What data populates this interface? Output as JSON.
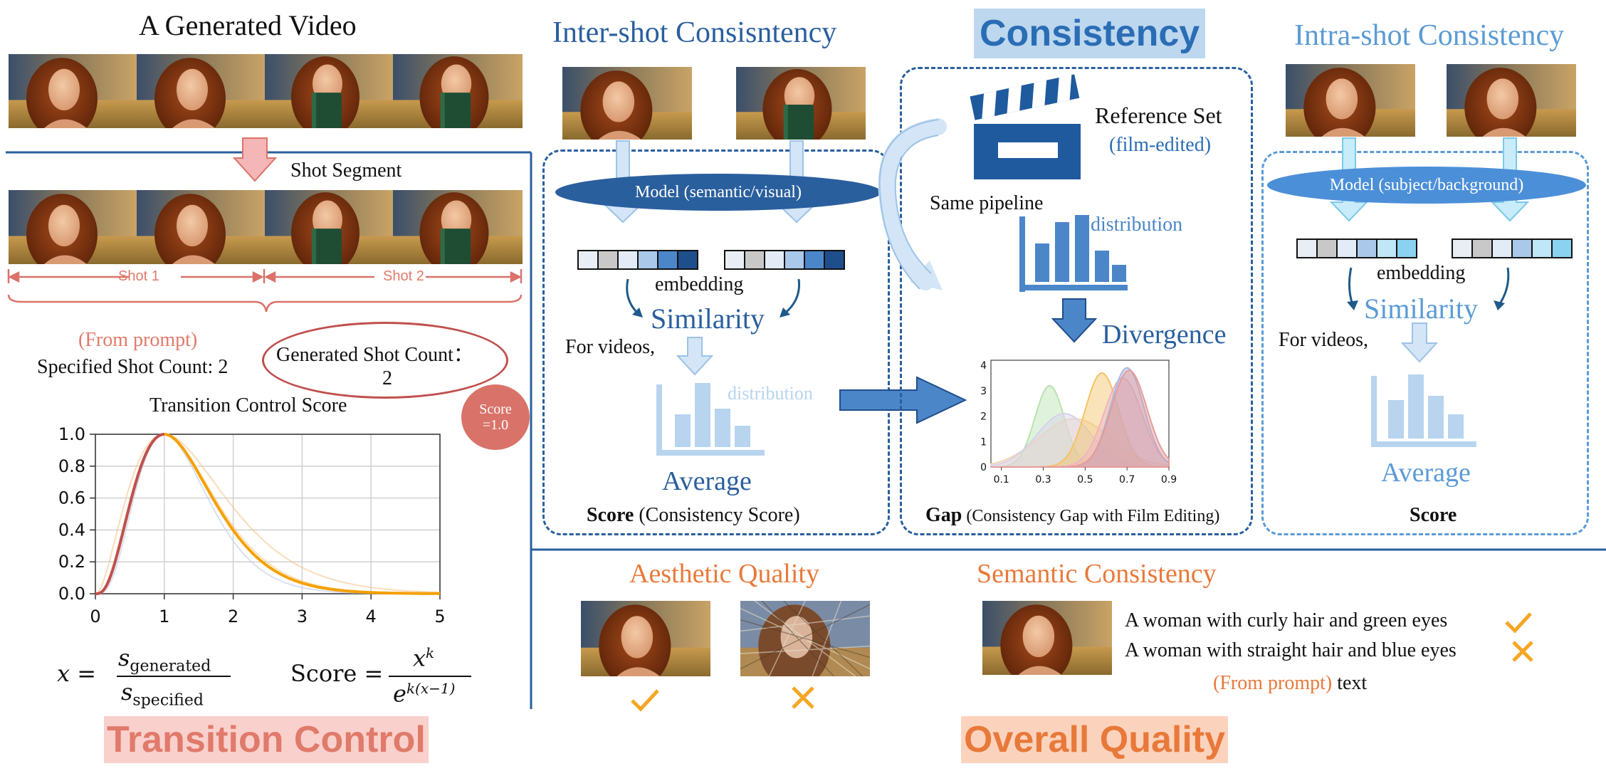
{
  "left": {
    "video_title": "A Generated Video",
    "shot_segment_label": "Shot Segment",
    "shot1_label": "Shot 1",
    "shot2_label": "Shot 2",
    "from_prompt": "(From prompt)",
    "specified_count_label": "Specified Shot Count: 2",
    "generated_count_label": "Generated Shot Count：",
    "generated_count_value": "2",
    "score_badge_line1": "Score",
    "score_badge_line2": "=1.0",
    "section_title": "Transition Control",
    "formula_x": {
      "lhs": "x =",
      "numerator": "s",
      "numerator_sub": "generated",
      "denominator": "s",
      "denominator_sub": "specified"
    },
    "formula_score": {
      "lhs": "Score =",
      "numerator": "x",
      "numerator_sup": "k",
      "denominator": "e",
      "denominator_sup": "k(x−1)"
    }
  },
  "chart_data": {
    "type": "line",
    "title": "Transition Control Score",
    "xlabel": "",
    "ylabel": "",
    "xlim": [
      0,
      5
    ],
    "ylim": [
      0,
      1.0
    ],
    "x_ticks": [
      "0",
      "1",
      "2",
      "3",
      "4",
      "5"
    ],
    "y_ticks": [
      "0.0",
      "0.2",
      "0.4",
      "0.6",
      "0.8",
      "1.0"
    ],
    "grid": true,
    "curves": [
      {
        "k": 2,
        "color": "#f5c48a",
        "opacity": 0.6,
        "style": "faint"
      },
      {
        "k": 2.8,
        "color": "#f5c26b",
        "opacity": 0.5,
        "style": "faint"
      },
      {
        "k": 3.6,
        "color": "#c9d3ea",
        "opacity": 0.7,
        "style": "faint"
      },
      {
        "k": 3,
        "color": "#f5a000",
        "opacity": 1.0,
        "style": "main"
      }
    ],
    "rise_color": "#c0504d"
  },
  "inter_shot": {
    "title": "Inter-shot Consisntency",
    "model_label": "Model (semantic/visual)",
    "embedding_label": "embedding",
    "similarity_label": "Similarity",
    "for_videos": "For videos,",
    "distribution_label": "distribution",
    "average_label": "Average",
    "score_bold": "Score",
    "score_rest": " (Consistency Score)"
  },
  "consistency": {
    "header": "Consistency",
    "reference_set": "Reference Set",
    "film_edited": "(film-edited)",
    "same_pipeline": "Same pipeline",
    "distribution_label": "distribution",
    "divergence_label": "Divergence",
    "gap_bold": "Gap",
    "gap_rest": " (Consistency Gap with Film Editing)",
    "kde_x_ticks": [
      "0.1",
      "0.3",
      "0.5",
      "0.7",
      "0.9"
    ],
    "kde_y_ticks": [
      "0",
      "1",
      "2",
      "3",
      "4"
    ]
  },
  "intra_shot": {
    "title": "Intra-shot Consistency",
    "model_label": "Model (subject/background)",
    "embedding_label": "embedding",
    "similarity_label": "Similarity",
    "for_videos": "For videos,",
    "average_label": "Average",
    "score_label": "Score"
  },
  "overall": {
    "aesthetic_title": "Aesthetic Quality",
    "semantic_title": "Semantic Consistency",
    "caption_good": "A woman with curly hair and green eyes",
    "caption_bad": "A woman with straight hair and blue eyes",
    "from_prompt": "(From prompt)",
    "text_word": " text",
    "section_title": "Overall Quality"
  },
  "colors": {
    "dark_blue": "#2a5f9e",
    "mid_blue": "#5b9bd5",
    "light_blue": "#b8d4ee",
    "salmon": "#d9736a",
    "orange": "#e8793a",
    "check_orange": "#f5a623"
  }
}
